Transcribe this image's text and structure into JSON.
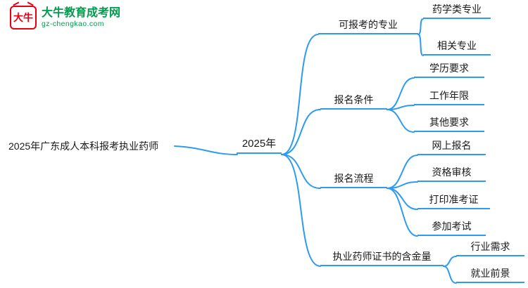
{
  "logo": {
    "icon_text": "大牛",
    "site_name": "大牛教育成考网",
    "site_url": "gz-chengkao.com"
  },
  "colors": {
    "line_blue": "#2e9bf0",
    "brand_green": "#009b4c",
    "brand_red": "#e60012"
  },
  "mindmap": {
    "root": "2025年广东成人本科报考执业药师",
    "center": "2025年",
    "branches": [
      {
        "label": "可报考的专业",
        "children": [
          "药学类专业",
          "相关专业"
        ]
      },
      {
        "label": "报名条件",
        "children": [
          "学历要求",
          "工作年限",
          "其他要求"
        ]
      },
      {
        "label": "报名流程",
        "children": [
          "网上报名",
          "资格审核",
          "打印准考证",
          "参加考试"
        ]
      },
      {
        "label": "执业药师证书的含金量",
        "children": [
          "行业需求",
          "就业前景"
        ]
      }
    ]
  }
}
